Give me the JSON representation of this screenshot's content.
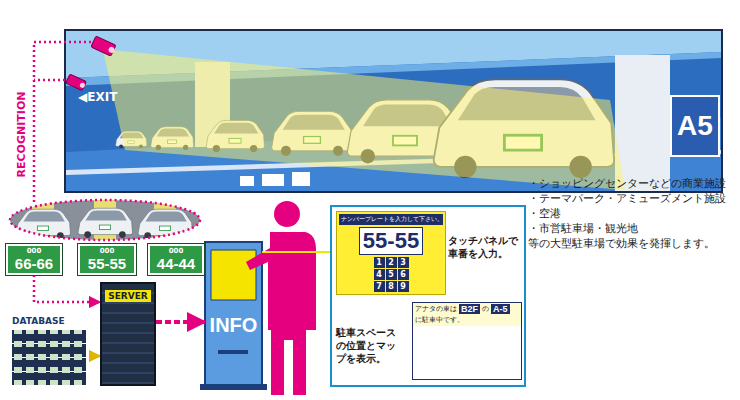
{
  "diagram": {
    "nodes": [
      {
        "text": [
          "A5"
        ]
      },
      {
        "text": [
          "000",
          "66-66"
        ]
      },
      {
        "text": [
          "000",
          "55-55"
        ]
      },
      {
        "text": [
          "000",
          "44-44"
        ]
      },
      {
        "text": [
          "SERVER"
        ]
      },
      {
        "text": [
          "DATABASE"
        ]
      },
      {
        "text": [
          "INFO"
        ]
      },
      {
        "text": [
          "タッチパネルで車番を入力。",
          "駐車スペースの位置とマップを表示。"
        ]
      },
      {
        "text": [
          "ナンバープレートを入力して下さい。",
          "55-55",
          "1",
          "2",
          "3",
          "4",
          "5",
          "6",
          "7",
          "8",
          "9"
        ],
        "in": 7
      },
      {
        "text": [
          "アナタの車は",
          "B2F",
          "の",
          "A-5",
          "に駐車中です。"
        ],
        "in": 7
      }
    ],
    "edges": [
      {
        "from": 1,
        "to": 4,
        "arrow": "to"
      },
      {
        "from": 5,
        "to": 4,
        "arrow": "to"
      },
      {
        "from": 4,
        "to": 6,
        "arrow": "to"
      },
      {
        "from": 6,
        "to": 7,
        "arrow": "none"
      },
      {
        "from": 8,
        "to": 9,
        "arrow": "to"
      }
    ],
    "labels": [
      "RECOGNITION",
      "◀EXIT",
      "・ショッピングセンターなどの商業施設",
      "・テーマパーク・アミューズメント施設",
      "・空港",
      "・市営駐車場・観光地",
      "等の大型駐車場で効果を発揮します。"
    ]
  }
}
